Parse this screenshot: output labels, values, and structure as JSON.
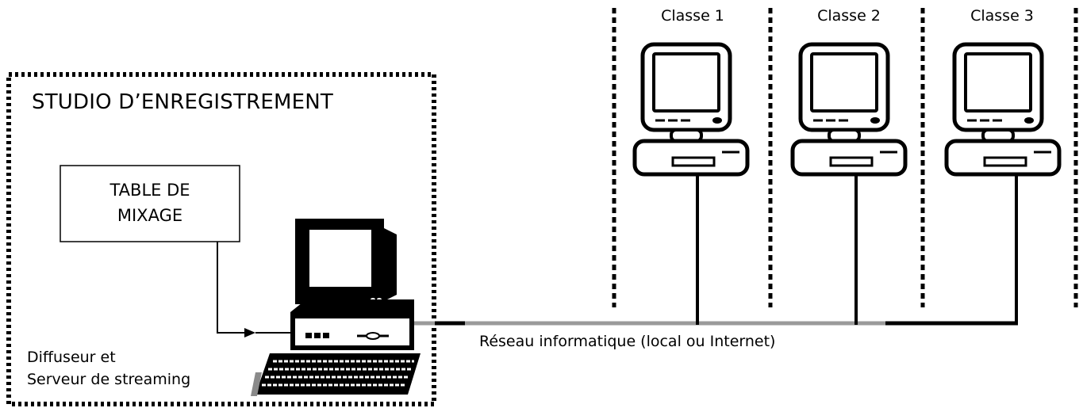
{
  "studio": {
    "title": "STUDIO D’ENREGISTREMENT"
  },
  "mixing_table": {
    "line1": "TABLE DE",
    "line2": "MIXAGE"
  },
  "server": {
    "line1": "Diffuseur et",
    "line2": "Serveur de streaming"
  },
  "network": {
    "label": "Réseau informatique (local ou Internet)"
  },
  "classes": [
    {
      "label": "Classe 1"
    },
    {
      "label": "Classe 2"
    },
    {
      "label": "Classe 3"
    }
  ],
  "colors": {
    "line": "#000000",
    "network_gray": "#9a9a9a",
    "background": "#ffffff"
  }
}
